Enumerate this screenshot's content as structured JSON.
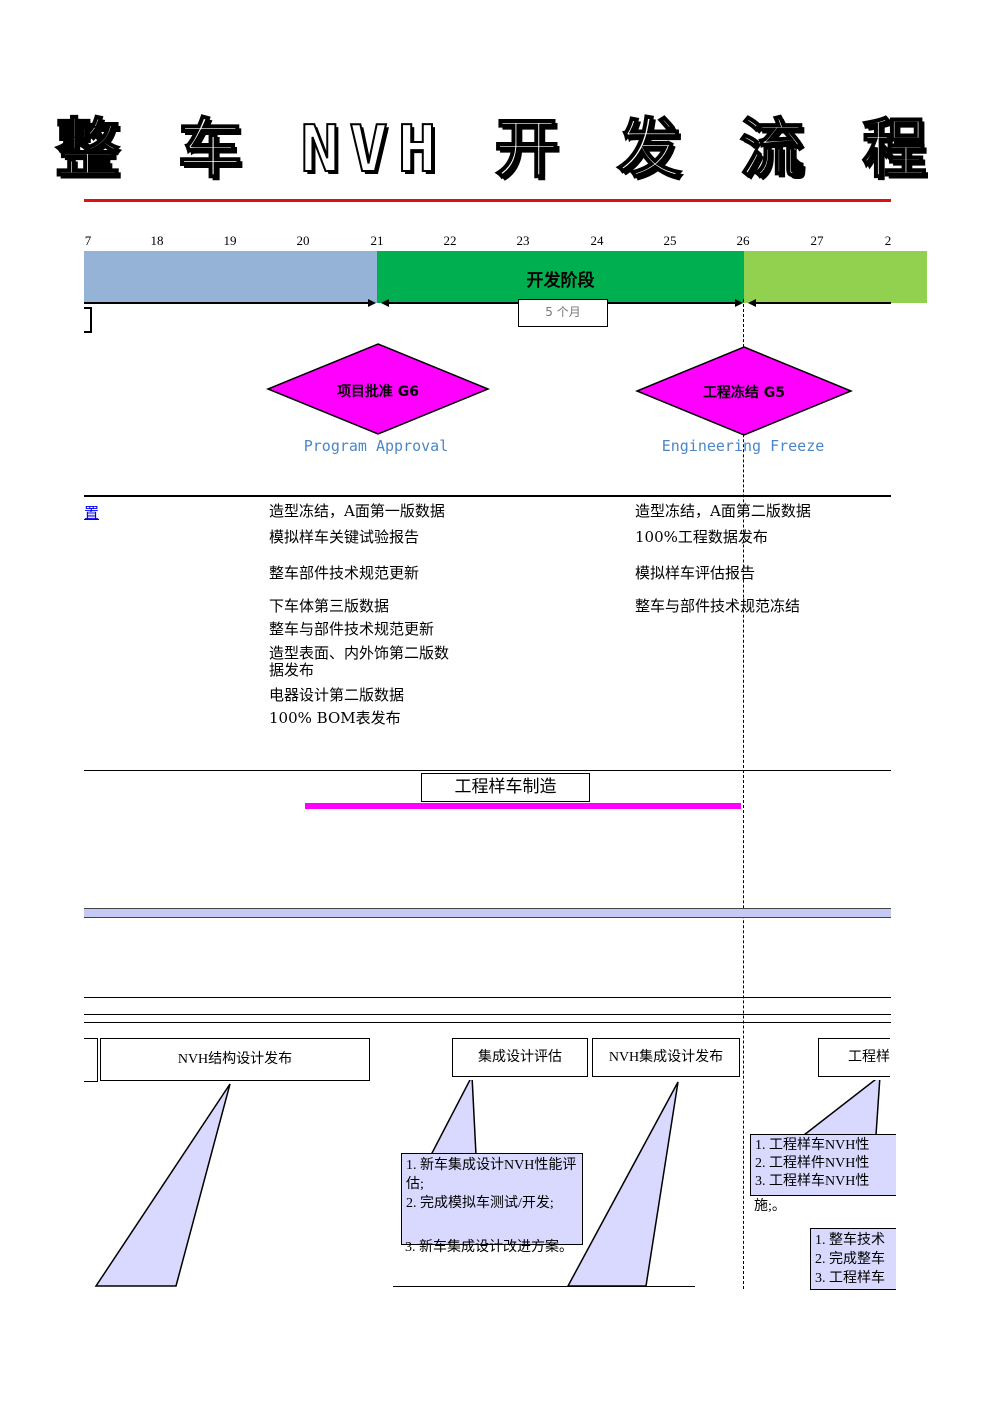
{
  "title": "整 车 NVH 开 发 流 程",
  "timeline": {
    "months": [
      "7",
      "18",
      "19",
      "20",
      "21",
      "22",
      "23",
      "24",
      "25",
      "26",
      "27",
      "2"
    ],
    "phase_label": "开发阶段",
    "duration": "5 个月",
    "colors": {
      "phase_left": "#95b3d7",
      "phase_mid": "#00b050",
      "phase_right": "#92d050"
    }
  },
  "gates": [
    {
      "label": "项目批准 G6",
      "sub": "Program Approval"
    },
    {
      "label": "工程冻结 G5",
      "sub": "Engineering Freeze"
    }
  ],
  "deliverables": {
    "left_cut": "置",
    "g6": [
      "造型冻结，A面第一版数据",
      "模拟样车关键试验报告",
      "整车部件技术规范更新",
      "下车体第三版数据",
      "整车与部件技术规范更新",
      "造型表面、内外饰第二版数",
      "据发布",
      "电器设计第二版数据",
      "100% BOM表发布"
    ],
    "g5": [
      "造型冻结，A面第二版数据",
      "100%工程数据发布",
      "模拟样车评估报告",
      "整车与部件技术规范冻结"
    ]
  },
  "prototype": {
    "label": "工程样车制造",
    "bar_color": "#ff00ff"
  },
  "nvh": {
    "milestones": [
      "NVH结构设计发布",
      "集成设计评估",
      "NVH集成设计发布",
      "工程样"
    ],
    "callout_integration": [
      "1. 新车集成设计NVH性能评估;",
      "2. 完成模拟车测试/开发;",
      "3. 新车集成设计改进方案。"
    ],
    "callout_proto": [
      "1. 工程样车NVH性",
      "2. 工程样件NVH性",
      "3. 工程样车NVH性",
      "施;。"
    ],
    "callout_right": [
      "1. 整车技术",
      "2. 完成整车",
      "3. 工程样车"
    ]
  }
}
